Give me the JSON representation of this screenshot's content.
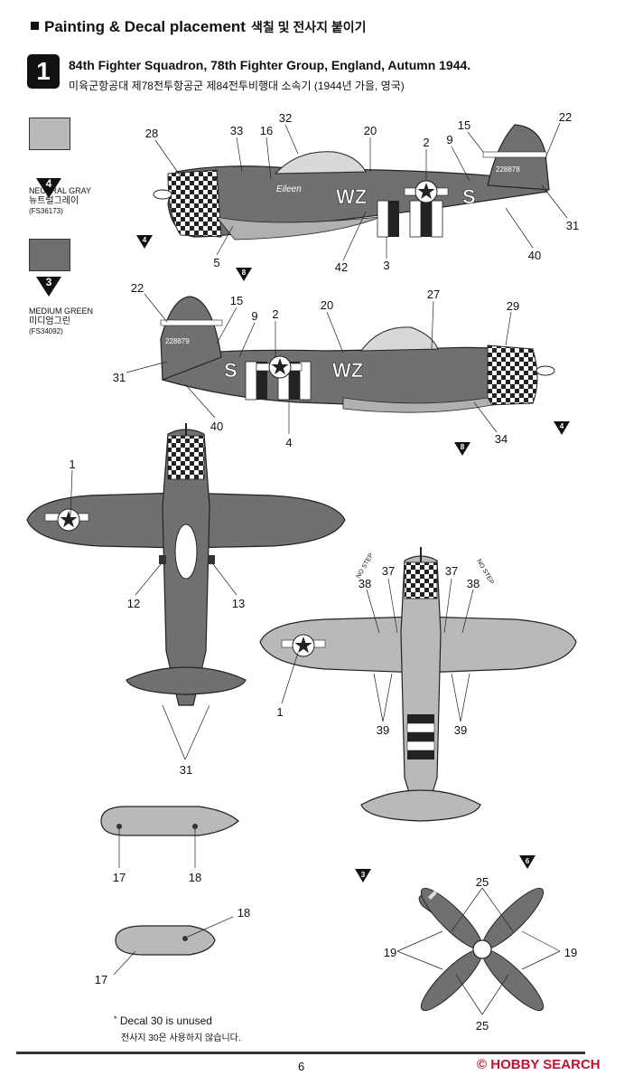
{
  "header": {
    "title": "Painting & Decal placement",
    "title_ko": "색칠 및 전사지 붙이기"
  },
  "step": {
    "number": "1",
    "title": "84th Fighter Squadron, 78th Fighter Group, England, Autumn 1944.",
    "title_ko": "미육군항공대 제78전투항공군 제84전투비행대 소속기 (1944년 가을, 영국)"
  },
  "colors": [
    {
      "number": "4",
      "name": "NEUTRAL GRAY",
      "name_ko": "뉴트럴그레이",
      "code": "(FS36173)",
      "hex": "#b9b9b9"
    },
    {
      "number": "3",
      "name": "MEDIUM GREEN",
      "name_ko": "미디엄그린",
      "code": "(FS34092)",
      "hex": "#6e6e6e"
    }
  ],
  "markings": {
    "code": "WZ",
    "letter": "S",
    "serial": "228878",
    "serial_left": "228879",
    "nose_art": "Eileen",
    "no_step": "NO STEP"
  },
  "callouts": {
    "right_profile": [
      "28",
      "33",
      "32",
      "16",
      "20",
      "2",
      "9",
      "15",
      "22",
      "31",
      "40",
      "3",
      "42",
      "5"
    ],
    "left_profile": [
      "22",
      "15",
      "9",
      "2",
      "20",
      "27",
      "29",
      "31",
      "40",
      "4",
      "34"
    ],
    "color_refs": [
      "4",
      "8",
      "4",
      "8",
      "3",
      "6"
    ],
    "top_view": [
      "1",
      "12",
      "13",
      "31"
    ],
    "bottom_view": [
      "37",
      "37",
      "38",
      "38",
      "1",
      "39",
      "39"
    ],
    "drop_tank": [
      "17",
      "18"
    ],
    "small_tank": [
      "18",
      "17"
    ],
    "propeller": [
      "25",
      "19",
      "19",
      "25"
    ]
  },
  "notes": {
    "unused": "Decal 30 is unused",
    "unused_ko": "전사지 30은 사용하지 않습니다.",
    "marker": "*"
  },
  "footer": {
    "page": "6",
    "watermark": "HOBBY SEARCH"
  }
}
